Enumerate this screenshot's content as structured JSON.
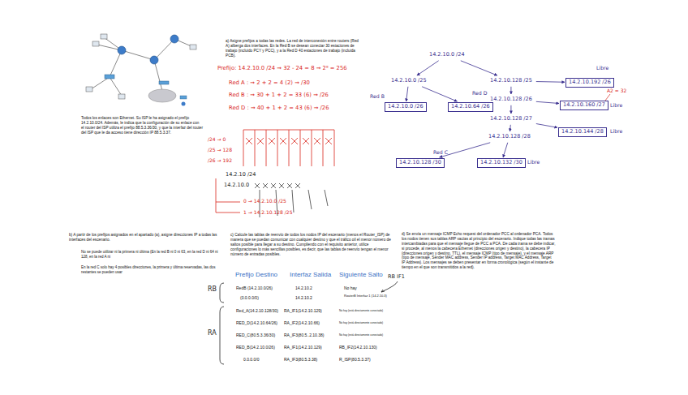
{
  "diagram": {
    "nodes": [
      {
        "text": [
          "14.2.10.0 /24"
        ]
      },
      {
        "text": [
          "14.2.10.0 /25"
        ]
      },
      {
        "text": [
          "14.2.10.128 /25"
        ]
      },
      {
        "text": [
          "14.2.10.0 /26"
        ]
      },
      {
        "text": [
          "14.2.10.64 /26"
        ]
      },
      {
        "text": [
          "14.2.10.192 /26"
        ]
      },
      {
        "text": [
          "14.2.10.128 /26"
        ]
      },
      {
        "text": [
          "14.2.10.160 /27"
        ]
      },
      {
        "text": [
          "14.2.10.128 /27"
        ]
      },
      {
        "text": [
          "14.2.10.128 /28"
        ]
      },
      {
        "text": [
          "14.2.10.144 /28"
        ]
      },
      {
        "text": [
          "14.2.10.128 /30"
        ]
      },
      {
        "text": [
          "14.2.10.132 /30"
        ]
      }
    ],
    "edges": [
      {
        "from": 0,
        "to": 1,
        "arrow": "to"
      },
      {
        "from": 0,
        "to": 2,
        "arrow": "to"
      },
      {
        "from": 1,
        "to": 3,
        "arrow": "to"
      },
      {
        "from": 1,
        "to": 4,
        "arrow": "to"
      },
      {
        "from": 2,
        "to": 5,
        "arrow": "to"
      },
      {
        "from": 2,
        "to": 6,
        "arrow": "to"
      },
      {
        "from": 6,
        "to": 7,
        "arrow": "to"
      },
      {
        "from": 6,
        "to": 8,
        "arrow": "to"
      },
      {
        "from": 8,
        "to": 9,
        "arrow": "to"
      },
      {
        "from": 8,
        "to": 10,
        "arrow": "to"
      },
      {
        "from": 9,
        "to": 11,
        "arrow": "to"
      },
      {
        "from": 9,
        "to": 12,
        "arrow": "to"
      }
    ],
    "labels": [
      "Todos los enlaces son Ethernet. Su ISP le ha asignado el prefijo 14.2.10.0/24. Además, le indica que la configuración de su enlace con el router del ISP utiliza el prefijo 88.5.3.36/30, y que la interfaz del router del ISP que le da acceso tiene dirección IP 88.5.3.37.",
      "a) Asigne prefijos a todas las redes. La red de interconexión entre routers (Red A) alberga dos interfaces. En la Red B se desean conectar 30 estaciones de trabajo (incluido PCY y PCC), y a la Red D 40 estaciones de trabajo (incluida PCB).",
      "Prefijo: 14.2.10.0 /24 → 32 - 24 = 8 → 2⁸ = 256",
      "Red A : → 2 + 2 = 4 (2) → /30",
      "Red B : → 30 + 1 + 2 = 33 (6) → /26",
      "Red D : → 40 + 1 + 2 = 43 (6) → /26",
      "/24 → 0",
      "/25 → 128",
      "/26 → 192",
      "14.2.10 /24",
      "14.2.10.0",
      "0 → 14.2.10.0 /25",
      "1 → 14.2.10.128 /25",
      "Red B",
      "Red D",
      "Libre",
      "A2 = 32",
      "Libre",
      "Libre",
      "Red C",
      "Libre",
      "b) A partir de los prefijos asignados en el apartado (a), asigne direcciones IP a todas las interfaces del escenario.",
      "No se puede utilizar ni la primera ni última (En la red B ni 0 ni 63, en la red D ni 64 ni 128, en la red A ni",
      "En la red C solo hay 4 posibles direcciones, la primera y última reservadas, las dos restantes se pueden usar",
      "c) Calcule las tablas de reenvío de todos los nodos IP del escenario (menos el Router_ISP) de manera que se puedan comunicar con cualquier destino y que el tráfico oil el menor número de saltos posible para llegar a su destino. Cumpliendo con el requisito anterior, utilice configuraciones lo más sencillas posibles, es decir, que las tablas de reenvío tengan el menor número de entradas posibles.",
      "Prefijo Destino",
      "Interfaz Salida",
      "Siguiente Salto",
      "RB",
      "RB IF1",
      "RedB (14.2.10.0/26)",
      "14.2.10.2",
      "No hay",
      "(0.0.0.0/0)",
      "14.2.10.2",
      "RouterB Interfaz 1 (14.2.10.3)",
      "RA",
      "Red_A(14.2.10.128/30)",
      "RA_IF1(14.2.10.129)",
      "No hay (está directamente conectado)",
      "RED_D(14.2.10.64/26)",
      "RA_IF2(14.2.10.66)",
      "No hay (está directamente conectado)",
      "RED_C(80.5.3.36/30)",
      "RA_IF3(80.5..2.10.38)",
      "No hay (está directamente conectado)",
      "RED_B(14.2.10.0/26)",
      "RA_IF1(14.2.10.129)",
      "RB_IF2(14.2.10.130)",
      "0.0.0.0/0",
      "RA_IF3(80.5.3.38)",
      "R_ISP(80.5.3.37)",
      "d) Se envía un mensaje ICMP Echo request del ordenador PCC al ordenador PCA. Todos los nodos tienen sus tablas ARP vacías al principio del escenario. Indique todas las tramas intercambiadas para que el mensaje llegue de PCC a PCA. De cada trama se debe indicar, si procede, al menos la cabecera Ethernet (direcciones origen y destino), la cabecera IP (direcciones origen y destino, TTL), el mensaje ICMP (tipo de mensaje), y el mensaje ARP (tipo de mensaje, Sender MAC address, Sender IP address, Target MAC Address, Target IP Address). Los mensajes se deben presentar en forma cronológica (según el instante de tiempo en el que son transmitidos a la red)."
    ]
  }
}
